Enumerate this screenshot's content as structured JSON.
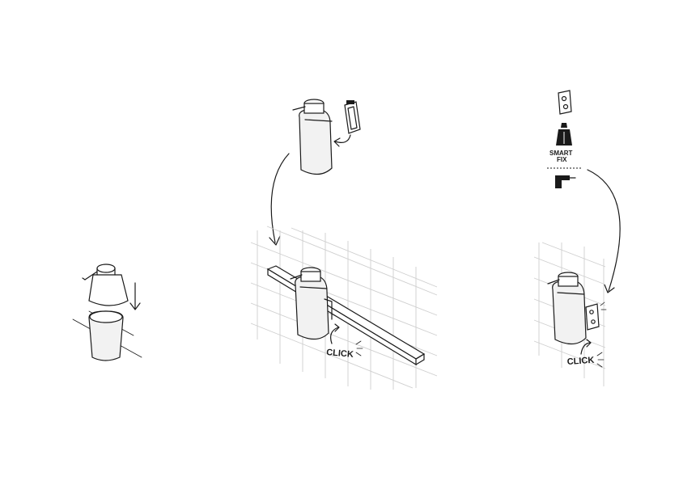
{
  "steps": [
    {
      "name": "assemble",
      "arrow": "down"
    },
    {
      "name": "click-on-rail",
      "label": "CLICK"
    },
    {
      "name": "click-on-wall-mount",
      "label": "CLICK"
    }
  ],
  "tool_labels": {
    "brand_top": "SMART",
    "brand_bottom": "FIX"
  },
  "colors": {
    "ink": "#1a1a1a",
    "grid": "#cfcfcf",
    "background": "#ffffff",
    "body": "#f2f2f2"
  }
}
